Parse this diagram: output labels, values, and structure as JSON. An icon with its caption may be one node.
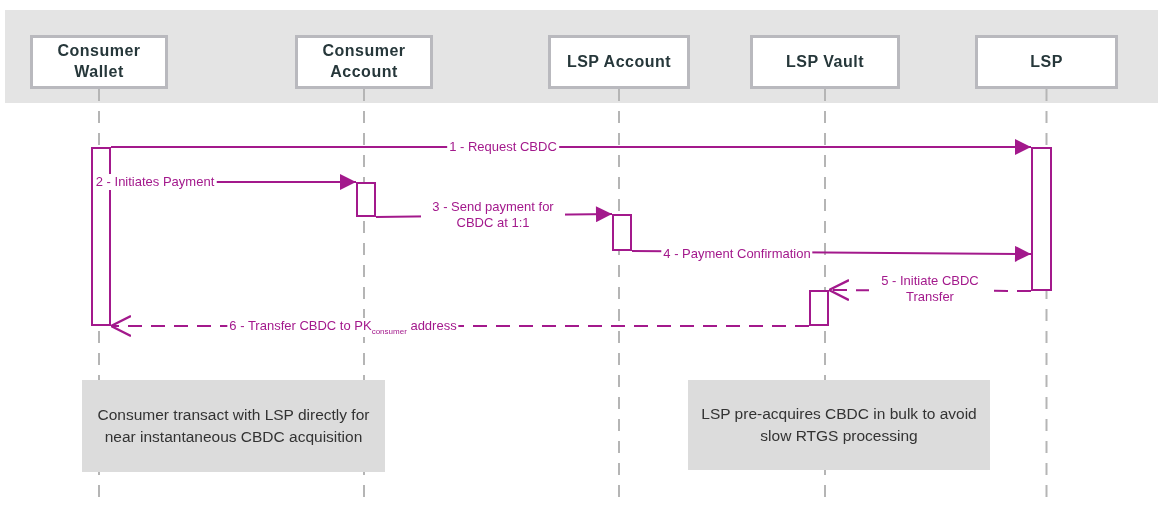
{
  "diagram": {
    "nodes": [
      {
        "text": [
          "Consumer Wallet"
        ]
      },
      {
        "text": [
          "Consumer Account"
        ]
      },
      {
        "text": [
          "LSP Account"
        ]
      },
      {
        "text": [
          "LSP Vault"
        ]
      },
      {
        "text": [
          "LSP"
        ]
      },
      {
        "text": [],
        "shape": "bar"
      },
      {
        "text": [],
        "shape": "bar"
      },
      {
        "text": [],
        "shape": "bar"
      },
      {
        "text": [],
        "shape": "bar"
      },
      {
        "text": [],
        "shape": "bar"
      },
      {
        "text": [
          "Consumer transact with LSP directly for near instantaneous CBDC acquisition"
        ]
      },
      {
        "text": [
          "LSP pre-acquires CBDC in bulk to avoid slow RTGS processing"
        ]
      }
    ],
    "edges": [
      {
        "from": 5,
        "to": 9,
        "arrow": "to",
        "label": "1 - Request CBDC"
      },
      {
        "from": 5,
        "to": 6,
        "arrow": "to",
        "label": "2 - Initiates Payment"
      },
      {
        "from": 6,
        "to": 7,
        "arrow": "to",
        "label": "3 - Send payment for CBDC at 1:1"
      },
      {
        "from": 7,
        "to": 9,
        "arrow": "to",
        "label": "4 - Payment Confirmation"
      },
      {
        "from": 9,
        "to": 8,
        "arrow": "to",
        "label": "5 - Initiate CBDC Transfer",
        "style": "dashed"
      },
      {
        "from": 8,
        "to": 5,
        "arrow": "to",
        "label": "6 - Transfer CBDC to PK$_{consumer}$ address",
        "style": "dashed"
      }
    ]
  }
}
